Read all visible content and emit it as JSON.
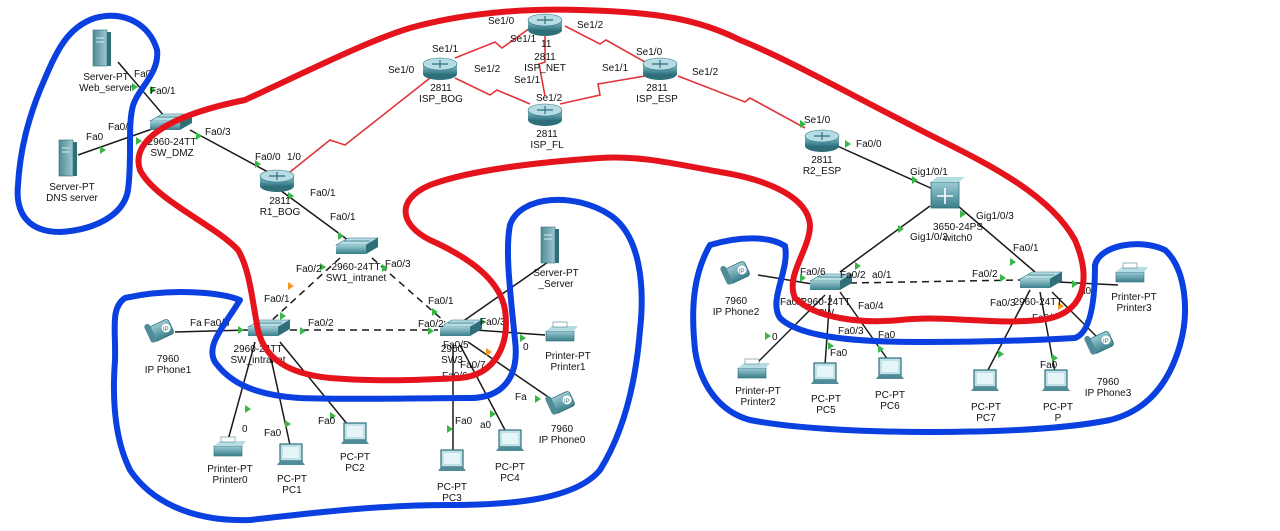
{
  "colors": {
    "serial": "#e0343a",
    "ethernet": "#1a1a1a",
    "dashed": "#1a1a1a",
    "port_green": "#39b54a",
    "port_orange": "#f39a1e",
    "zone_red": "#e5141c",
    "zone_blue": "#0a3fe0",
    "device_teal": "#3c8a96"
  },
  "devices": {
    "web_server": {
      "icon": "server-icon",
      "line1": "Server-PT",
      "line2": "Web_server"
    },
    "dns_server": {
      "icon": "server-icon",
      "line1": "Server-PT",
      "line2": "DNS server"
    },
    "sw_dmz": {
      "icon": "switch-icon",
      "line1": "2960-24TT",
      "line2": "SW_DMZ"
    },
    "r1_bog": {
      "icon": "router-icon",
      "line1": "2811",
      "line2": "R1_BOG"
    },
    "isp_bog": {
      "icon": "router-icon",
      "line1": "2811",
      "line2": "ISP_BOG"
    },
    "isp_net": {
      "icon": "router-icon",
      "line1": "2811",
      "line2": "ISP_NET"
    },
    "isp_fl": {
      "icon": "router-icon",
      "line1": "2811",
      "line2": "ISP_FL"
    },
    "isp_esp": {
      "icon": "router-icon",
      "line1": "2811",
      "line2": "ISP_ESP"
    },
    "r2_esp": {
      "icon": "router-icon",
      "line1": "2811",
      "line2": "R2_ESP"
    },
    "ml_switch": {
      "icon": "multilayer-switch-icon",
      "line1": "3650-24PS",
      "line2": "witch0"
    },
    "sw1_intranet": {
      "icon": "switch-icon",
      "line1": "2960-24TT",
      "line2": "SW1_intranet"
    },
    "sw_left": {
      "icon": "switch-icon",
      "line1": "2960-24TT",
      "line2": "SW_intranet"
    },
    "sw3": {
      "icon": "switch-icon",
      "line1": "2960",
      "line2": "SW3"
    },
    "sw_r1": {
      "icon": "switch-icon",
      "line1": "2960-24TT",
      "line2": "SW"
    },
    "sw_r2": {
      "icon": "switch-icon",
      "line1": "2960-24TT",
      "line2": ""
    },
    "server_mid": {
      "icon": "server-icon",
      "line1": "Server-PT",
      "line2": "_Server"
    },
    "ip_phone1": {
      "icon": "ip-phone-icon",
      "line1": "7960",
      "line2": "IP Phone1"
    },
    "ip_phone0": {
      "icon": "ip-phone-icon",
      "line1": "7960",
      "line2": "IP Phone0"
    },
    "ip_phone2": {
      "icon": "ip-phone-icon",
      "line1": "7960",
      "line2": "IP Phone2"
    },
    "ip_phone3": {
      "icon": "ip-phone-icon",
      "line1": "7960",
      "line2": "IP Phone3"
    },
    "printer0": {
      "icon": "printer-icon",
      "line1": "Printer-PT",
      "line2": "Printer0"
    },
    "printer1": {
      "icon": "printer-icon",
      "line1": "Printer-PT",
      "line2": "Printer1"
    },
    "printer2": {
      "icon": "printer-icon",
      "line1": "Printer-PT",
      "line2": "Printer2"
    },
    "printer3": {
      "icon": "printer-icon",
      "line1": "Printer-PT",
      "line2": "Printer3"
    },
    "pc1": {
      "icon": "pc-icon",
      "line1": "PC-PT",
      "line2": "PC1"
    },
    "pc2": {
      "icon": "pc-icon",
      "line1": "PC-PT",
      "line2": "PC2"
    },
    "pc3": {
      "icon": "pc-icon",
      "line1": "PC-PT",
      "line2": "PC3"
    },
    "pc4": {
      "icon": "pc-icon",
      "line1": "PC-PT",
      "line2": "PC4"
    },
    "pc5": {
      "icon": "pc-icon",
      "line1": "PC-PT",
      "line2": "PC5"
    },
    "pc6": {
      "icon": "pc-icon",
      "line1": "PC-PT",
      "line2": "PC6"
    },
    "pc7": {
      "icon": "pc-icon",
      "line1": "PC-PT",
      "line2": "PC7"
    },
    "pc8": {
      "icon": "pc-icon",
      "line1": "PC-PT",
      "line2": "P"
    }
  },
  "ports": {
    "fa0_web": "Fa0",
    "fa0_1_dmz_top": "Fa0/1",
    "fa0_2_dmz": "Fa0/2",
    "fa0_dns": "Fa0",
    "fa0_3_dmz": "Fa0/3",
    "fa0_0_r1": "Fa0/0",
    "se1_0_r1": "1/0",
    "fa0_1_r1": "Fa0/1",
    "fa0_1_sw1": "Fa0/1",
    "fa0_2_sw1": "Fa0/2",
    "fa0_3_sw1": "Fa0/3",
    "fa0_1_swl": "Fa0/1",
    "fa0_2_swl": "Fa0/2",
    "fa0_1_sw3": "Fa0/1",
    "fa0_2_sw3": "Fa0/2",
    "fa0_3_sw3": "Fa0/3",
    "fa0_5_sw3": "Fa0/5",
    "fa0_6_sw3": "Fa0/6",
    "fa0_7_sw3": "Fa0/7",
    "fa_phone0": "Fa",
    "fa0_pc4": "a0",
    "fa0_pc3": "Fa0",
    "fa0_printer1": "0",
    "fa0_6_swl": "Fa0/6",
    "fa_phone1": "Fa",
    "fa0_pc1": "Fa0",
    "fa0_pc2": "Fa0",
    "fa0_printer0": "0",
    "se1_0_bog": "Se1/0",
    "se1_1_bog": "Se1/1",
    "se1_2_bog": "Se1/2",
    "se1_0_net": "Se1/0",
    "se1_1_net": "Se1/1",
    "se1_2_net": "Se1/2",
    "se1_1_fl": "Se1/1",
    "se1_2_fl": "Se1/2",
    "se1_0_esp": "Se1/0",
    "se1_1_esp": "Se1/1",
    "se1_2_esp": "Se1/2",
    "se1_0_r2": "Se1/0",
    "fa0_0_r2": "Fa0/0",
    "gig_r2": "Gig1/0/1",
    "gig3_ml": "Gig1/0/3",
    "gig2_ml": "Gig1/0/2",
    "fa0_6_swr1": "Fa0/6",
    "fa0_2_swr1": "Fa0/2",
    "fa0_1_swr1": "a0/1",
    "fa0_5_swr1": "Fa0/5",
    "fa0_4_swr1": "Fa0/4",
    "fa0_3_swr1": "Fa0/3",
    "fa0_pc6": "Fa0",
    "fa0_pc5": "Fa0",
    "fa0_printer2": "0",
    "fa0_1_swr2": "Fa0/1",
    "fa0_2_swr2": "Fa0/2",
    "fa0_3_swr2": "Fa0/3",
    "fa0_4_swr2": "Fa0/",
    "fa0_pc8": "Fa0",
    "fa0_printer3": "a0",
    "net_11": "11"
  }
}
